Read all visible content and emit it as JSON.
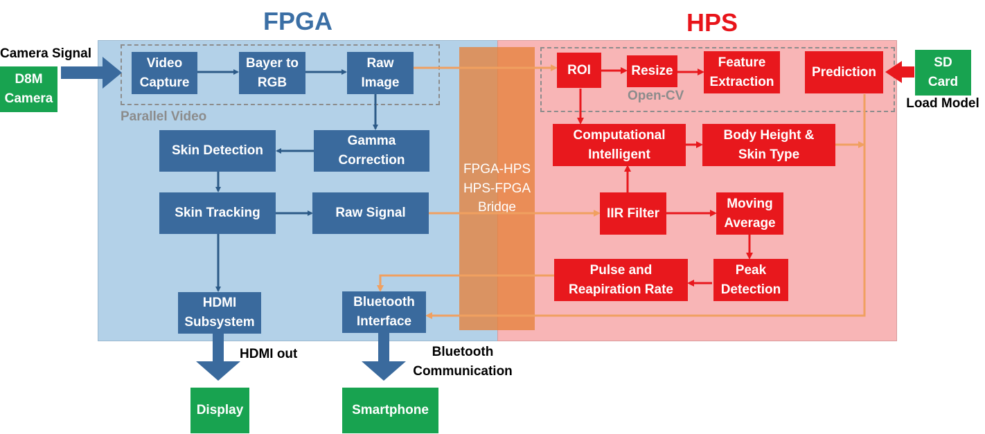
{
  "regions": {
    "fpga_title": "FPGA",
    "hps_title": "HPS",
    "bridge": "FPGA-HPS\nHPS-FPGA\nBridge"
  },
  "groups": {
    "parallel_video": "Parallel Video",
    "open_cv": "Open-CV"
  },
  "external": {
    "camera_signal": "Camera Signal",
    "d8m_camera": "D8M\nCamera",
    "sd_card": "SD\nCard",
    "load_model": "Load Model",
    "hdmi_out": "HDMI out",
    "bluetooth_communication": "Bluetooth\nCommunication",
    "display": "Display",
    "smartphone": "Smartphone"
  },
  "fpga_blocks": {
    "video_capture": "Video\nCapture",
    "bayer_to_rgb": "Bayer to\nRGB",
    "raw_image": "Raw\nImage",
    "gamma_correction": "Gamma\nCorrection",
    "skin_detection": "Skin Detection",
    "skin_tracking": "Skin Tracking",
    "raw_signal": "Raw Signal",
    "hdmi_subsystem": "HDMI\nSubsystem",
    "bluetooth_interface": "Bluetooth\nInterface"
  },
  "hps_blocks": {
    "roi": "ROI",
    "resize": "Resize",
    "feature_extraction": "Feature\nExtraction",
    "prediction": "Prediction",
    "computational_intelligent": "Computational\nIntelligent",
    "body_height_skin_type": "Body Height &\nSkin Type",
    "iir_filter": "IIR Filter",
    "moving_average": "Moving\nAverage",
    "peak_detection": "Peak\nDetection",
    "pulse_respiration_rate": "Pulse and\nReapiration Rate"
  },
  "colors": {
    "fpga_region": "#b3d1e8",
    "hps_region": "#f8b5b6",
    "fpga_block": "#3a6a9d",
    "hps_block": "#e8181d",
    "external_block": "#18a350",
    "bridge": "#e98b4a",
    "fpga_title": "#3b6fa5",
    "hps_title": "#e8141a",
    "signal_arrow": "#f0a060"
  }
}
